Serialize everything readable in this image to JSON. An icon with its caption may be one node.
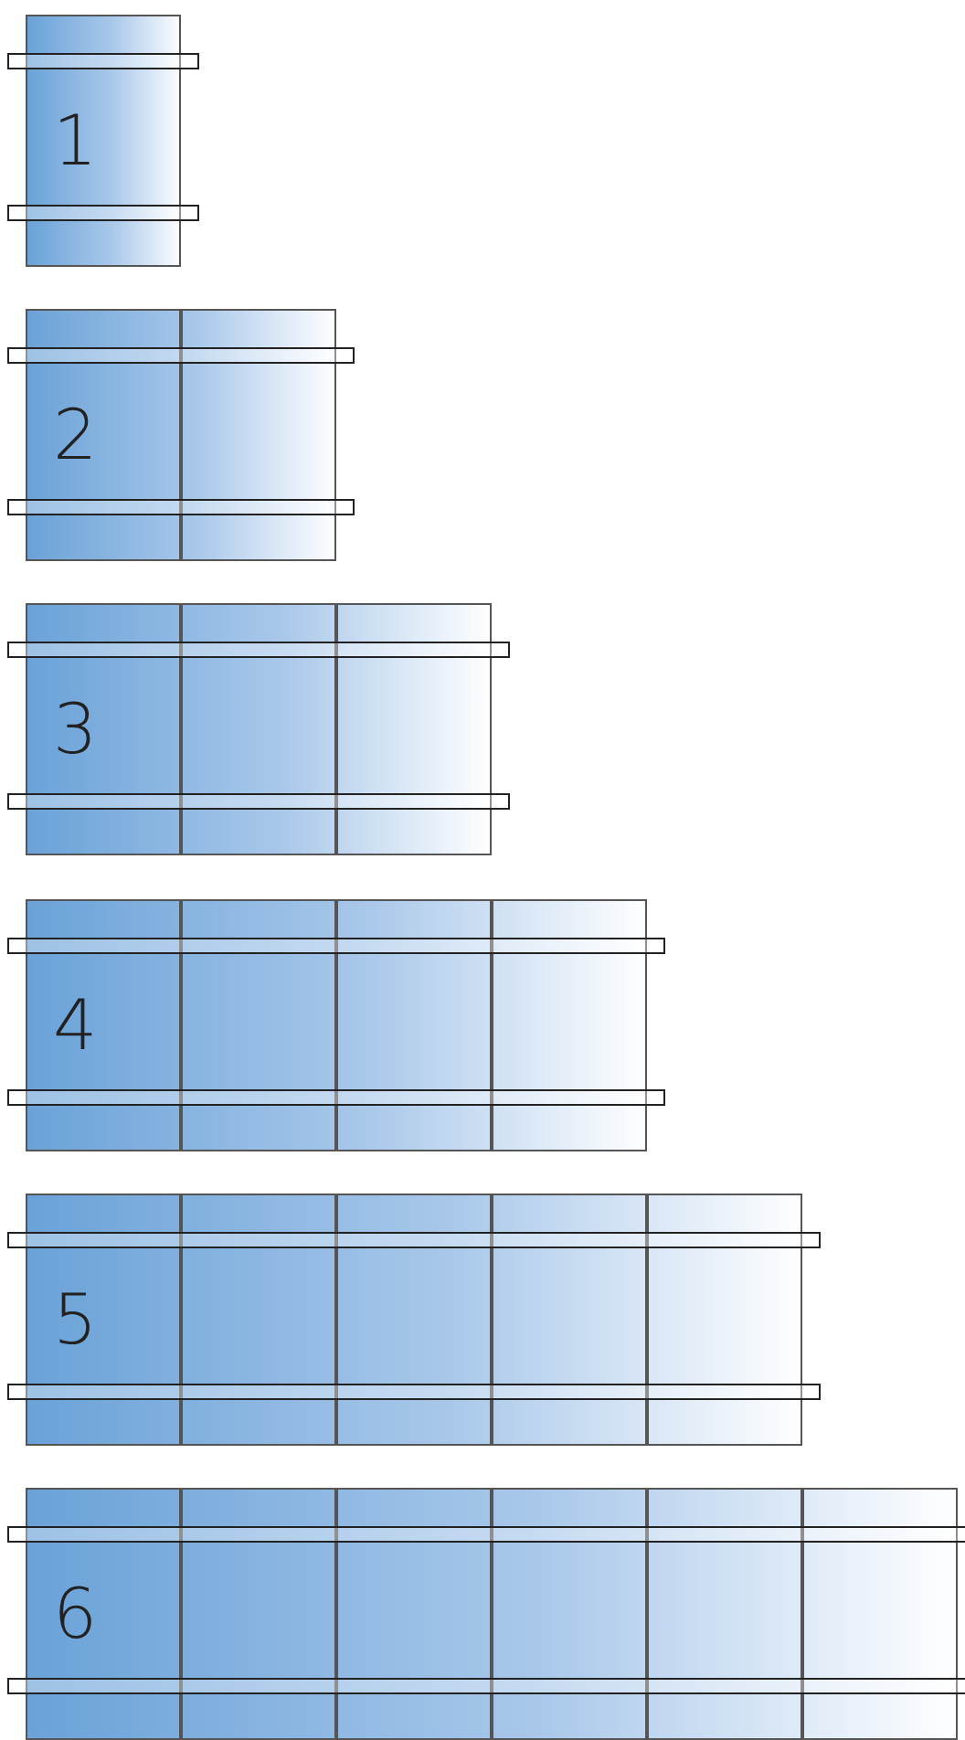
{
  "diagram": {
    "nodes": [
      {
        "text": [
          "1"
        ]
      },
      {
        "text": [
          "2"
        ]
      },
      {
        "text": [],
        "shape": "box"
      },
      {
        "text": [
          "3"
        ]
      },
      {
        "text": [],
        "shape": "box"
      },
      {
        "text": [],
        "shape": "box"
      },
      {
        "text": [
          "4"
        ]
      },
      {
        "text": [],
        "shape": "box"
      },
      {
        "text": [],
        "shape": "box"
      },
      {
        "text": [],
        "shape": "box"
      },
      {
        "text": [
          "5"
        ]
      },
      {
        "text": [],
        "shape": "box"
      },
      {
        "text": [],
        "shape": "box"
      },
      {
        "text": [],
        "shape": "box"
      },
      {
        "text": [],
        "shape": "box"
      },
      {
        "text": [
          "6"
        ]
      },
      {
        "text": [],
        "shape": "box"
      },
      {
        "text": [],
        "shape": "box"
      },
      {
        "text": [],
        "shape": "box"
      },
      {
        "text": [],
        "shape": "box"
      },
      {
        "text": [],
        "shape": "box"
      }
    ]
  }
}
